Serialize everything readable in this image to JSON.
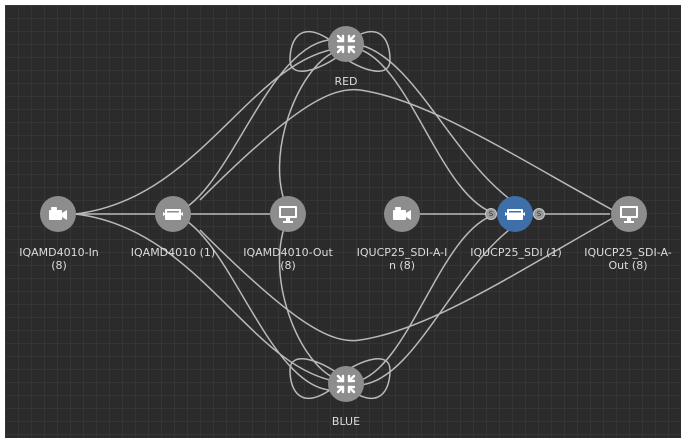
{
  "nodes": {
    "red": {
      "label": "RED",
      "icon": "router-icon"
    },
    "blue": {
      "label": "BLUE",
      "icon": "router-icon"
    },
    "iq_in": {
      "label": "IQAMD4010-In\n(8)",
      "icon": "camera-icon"
    },
    "iq_dev": {
      "label": "IQAMD4010 (1)",
      "icon": "device-icon"
    },
    "iq_out": {
      "label": "IQAMD4010-Out\n(8)",
      "icon": "monitor-icon"
    },
    "ucp_in": {
      "label": "IQUCP25_SDI-A-I\nn (8)",
      "icon": "camera-icon"
    },
    "ucp_dev": {
      "label": "IQUCP25_SDI (1)",
      "icon": "device-icon",
      "selected": true
    },
    "ucp_out": {
      "label": "IQUCP25_SDI-A-\nOut (8)",
      "icon": "monitor-icon"
    }
  },
  "ports": {
    "left": "S",
    "right": "S"
  },
  "colors": {
    "background": "#2b2b2b",
    "node": "#8d8d8d",
    "selected": "#3f6fa8",
    "edge": "#bdbdbd",
    "label": "#dcdcdc"
  }
}
